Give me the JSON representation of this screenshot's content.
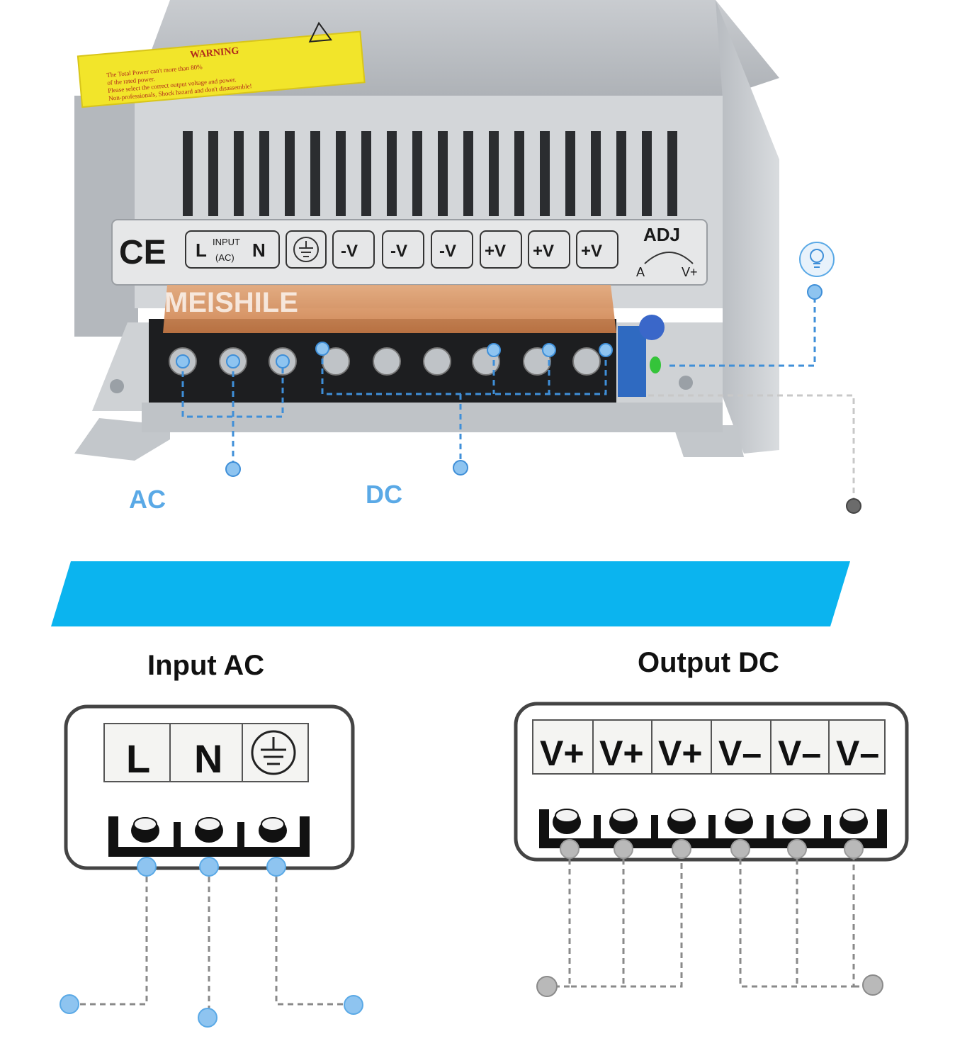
{
  "photo": {
    "warning_title": "WARNING",
    "warning_lines": [
      "The Total Power can't more than 80%",
      "of the rated power.",
      "Please select the correct output voltage and power.",
      "Non-professionals, Shock hazard and don't disassemble!"
    ],
    "ce_mark": "CE",
    "panel_labels": [
      "L",
      "INPUT",
      "(AC)",
      "N",
      "-V",
      "-V",
      "-V",
      "+V",
      "+V",
      "+V"
    ],
    "adj_label": "ADJ",
    "adj_left": "A",
    "adj_right": "V+",
    "brand_watermark": "MEISHILE",
    "ac_label": "AC",
    "dc_label": "DC"
  },
  "banner_color": "#0bb4ef",
  "colors": {
    "accent_blue": "#5aa9e6",
    "dot_blue": "#8ec4f0",
    "dot_gray": "#b9b9b9"
  },
  "input_diagram": {
    "title": "Input AC",
    "terminals": [
      "L",
      "N",
      "ground-icon"
    ]
  },
  "output_diagram": {
    "title": "Output DC",
    "terminals": [
      "V+",
      "V+",
      "V+",
      "V–",
      "V–",
      "V–"
    ]
  }
}
